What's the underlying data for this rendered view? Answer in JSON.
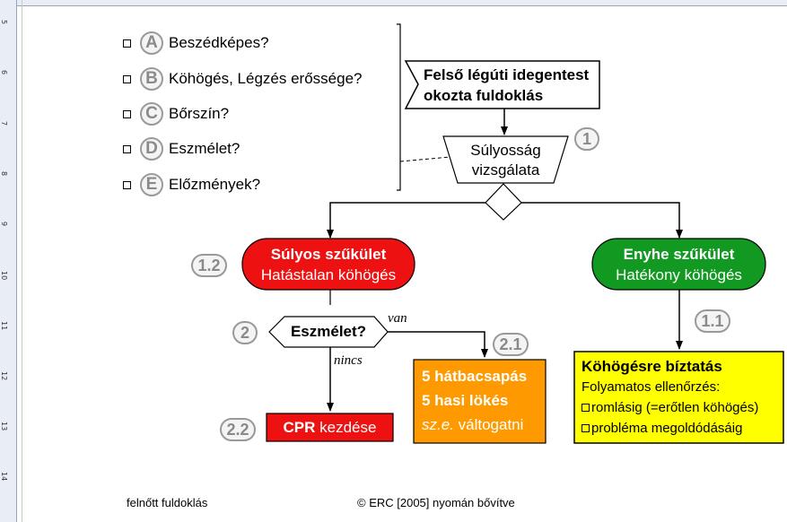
{
  "questions": [
    {
      "letter": "A",
      "text": "Beszédképes?"
    },
    {
      "letter": "B",
      "text": "Köhögés, Légzés erőssége?"
    },
    {
      "letter": "C",
      "text": "Bőrszín?"
    },
    {
      "letter": "D",
      "text": "Eszmélet?"
    },
    {
      "letter": "E",
      "text": "Előzmények?"
    }
  ],
  "nodes": {
    "start_line1": "Felső légúti idegentest",
    "start_line2": "okozta fuldoklás",
    "assess_line1": "Súlyosság",
    "assess_line2": "vizsgálata",
    "severe_title": "Súlyos szűkület",
    "severe_sub": "Hatástalan köhögés",
    "mild_title": "Enyhe szűkület",
    "mild_sub": "Hatékony köhögés",
    "conscious": "Eszmélet?",
    "edge_yes": "van",
    "edge_no": "nincs",
    "action_line1": "5 hátbacsapás",
    "action_line2": "5 hasi lökés",
    "action_line3_italic": "sz.e.",
    "action_line3_rest": " váltogatni",
    "cpr_bold": "CPR",
    "cpr_rest": " kezdése",
    "cough_title": "Köhögésre bíztatás",
    "cough_line1": "Folyamatos ellenőrzés:",
    "cough_line2": "romlásig (=erőtlen köhögés)",
    "cough_line3": "probléma megoldódásáig"
  },
  "step_numbers": {
    "n1": "1",
    "n1_1": "1.1",
    "n1_2": "1.2",
    "n2": "2",
    "n2_1": "2.1",
    "n2_2": "2.2"
  },
  "ruler_marks": [
    "5",
    "6",
    "7",
    "8",
    "9",
    "10",
    "11",
    "12",
    "13",
    "14"
  ],
  "footer": {
    "left": "felnőtt fuldoklás",
    "right": "© ERC [2005] nyomán bővítve"
  },
  "colors": {
    "severe": "#ee1111",
    "mild": "#119922",
    "action": "#ff9900",
    "cpr": "#ee1111",
    "cough": "#ffff00"
  }
}
